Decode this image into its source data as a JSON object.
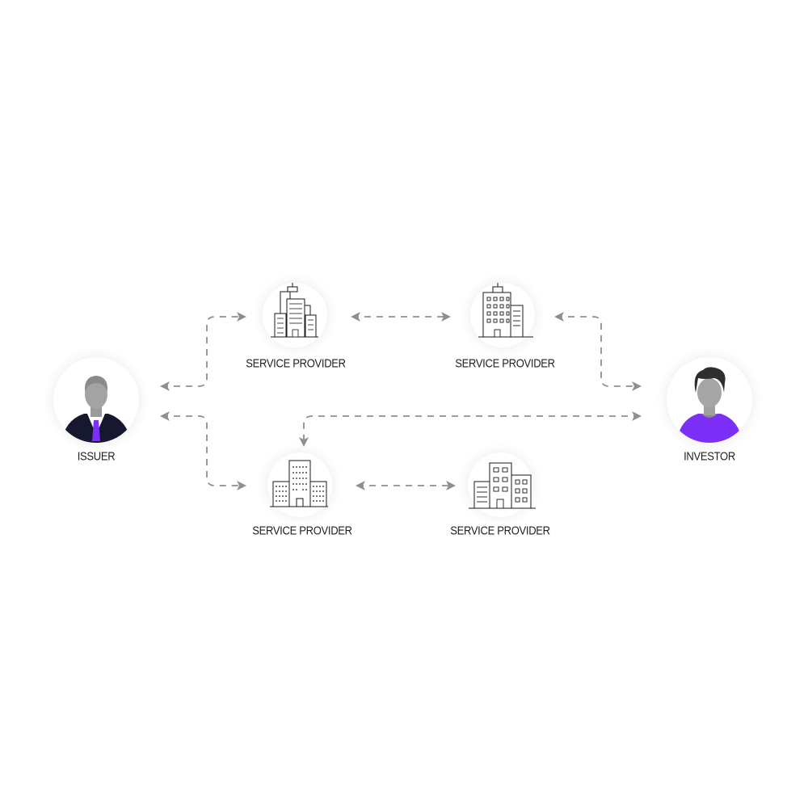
{
  "nodes": {
    "issuer": {
      "label": "ISSUER"
    },
    "investor": {
      "label": "INVESTOR"
    },
    "provider_top_left": {
      "label": "SERVICE PROVIDER"
    },
    "provider_top_right": {
      "label": "SERVICE PROVIDER"
    },
    "provider_bottom_left": {
      "label": "SERVICE PROVIDER"
    },
    "provider_bottom_right": {
      "label": "SERVICE PROVIDER"
    }
  },
  "colors": {
    "accent": "#7b2ff7",
    "arrow": "#8e8e8e",
    "suit": "#161830",
    "avatar_gray": "#a0a0a0",
    "hair": "#2e2e2e",
    "line": "#1a1a1a"
  }
}
